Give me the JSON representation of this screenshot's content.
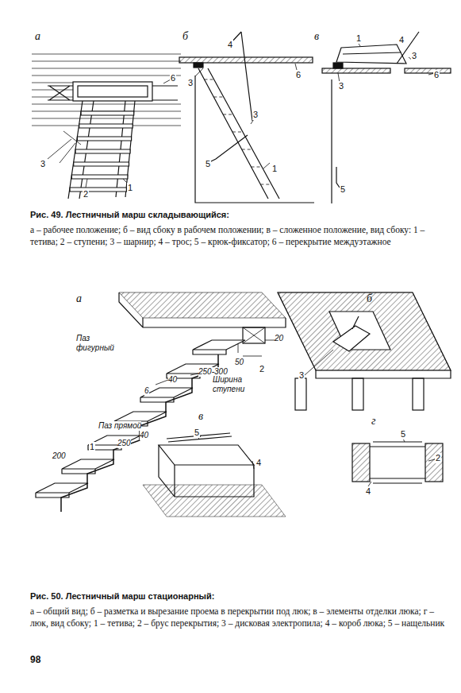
{
  "diagram": {
    "labels": [
      "а",
      "б",
      "в",
      "6",
      "3",
      "2",
      "1",
      "4",
      "6",
      "3",
      "3",
      "5",
      "1",
      "1",
      "4",
      "3",
      "6",
      "3",
      "5",
      "Рис. 49. Лестничный марш складывающийся:",
      "а – рабочее положение; б – вид сбоку в рабочем положении; в – сложенное положение, вид сбоку: 1 – тетива; 2 – ступени; 3 – шарнир; 4 – трос; 5 – крюк-фиксатор; 6 – перекрытие междуэтажное",
      "а",
      "б",
      "в",
      "г",
      "Паз фигурный",
      "40",
      "250-300",
      "Ширина ступени",
      "6",
      "Паз прямой",
      "40",
      "250",
      "1",
      "200",
      "50",
      "20",
      "2",
      "3",
      "5",
      "4",
      "5",
      "2",
      "4",
      "Рис. 50. Лестничный марш стационарный:",
      "а – общий вид; б – разметка и вырезание проема в перекрытии под люк; в – элементы отделки люка; г – люк, вид сбоку; 1 – тетива; 2 – брус перекрытия; 3 – дисковая электропила; 4 – короб люка; 5 – нащельник",
      "98"
    ]
  }
}
